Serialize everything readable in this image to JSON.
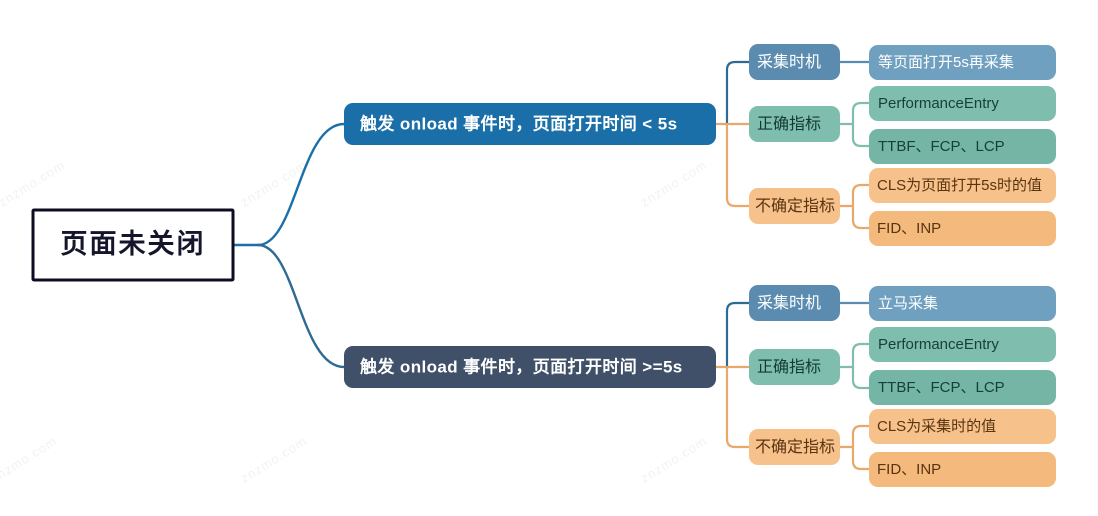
{
  "diagram": {
    "title_node": "页面未关闭",
    "watermark": "znzmo.com",
    "colors": {
      "root_border": "#0d0d22",
      "root_fill": "#ffffff",
      "branch_top": "#1b6fa8",
      "branch_bottom": "#3f5068",
      "steel_blue": "#5b8cb0",
      "steel_blue_alt": "#6fa0c0",
      "teal": "#7fbdae",
      "teal_alt": "#74b5a6",
      "orange": "#f6c18a",
      "orange_alt": "#f4b97c",
      "connector_blue": "#1b6fa8",
      "connector_orange": "#e8a86a",
      "connector_teal": "#7fbdae",
      "connector_steel": "#5b8cb0"
    },
    "branches": [
      {
        "label": "触发 onload 事件时，页面打开时间 < 5s",
        "categories": [
          {
            "label": "采集时机",
            "style": "steel",
            "leaves": [
              "等页面打开5s再采集"
            ]
          },
          {
            "label": "正确指标",
            "style": "teal",
            "leaves": [
              "PerformanceEntry",
              "TTBF、FCP、LCP"
            ]
          },
          {
            "label": "不确定指标",
            "style": "orange",
            "leaves": [
              "CLS为页面打开5s时的值",
              "FID、INP"
            ]
          }
        ]
      },
      {
        "label": "触发 onload 事件时，页面打开时间 >=5s",
        "categories": [
          {
            "label": "采集时机",
            "style": "steel",
            "leaves": [
              "立马采集"
            ]
          },
          {
            "label": "正确指标",
            "style": "teal",
            "leaves": [
              "PerformanceEntry",
              "TTBF、FCP、LCP"
            ]
          },
          {
            "label": "不确定指标",
            "style": "orange",
            "leaves": [
              "CLS为采集时的值",
              "FID、INP"
            ]
          }
        ]
      }
    ]
  }
}
